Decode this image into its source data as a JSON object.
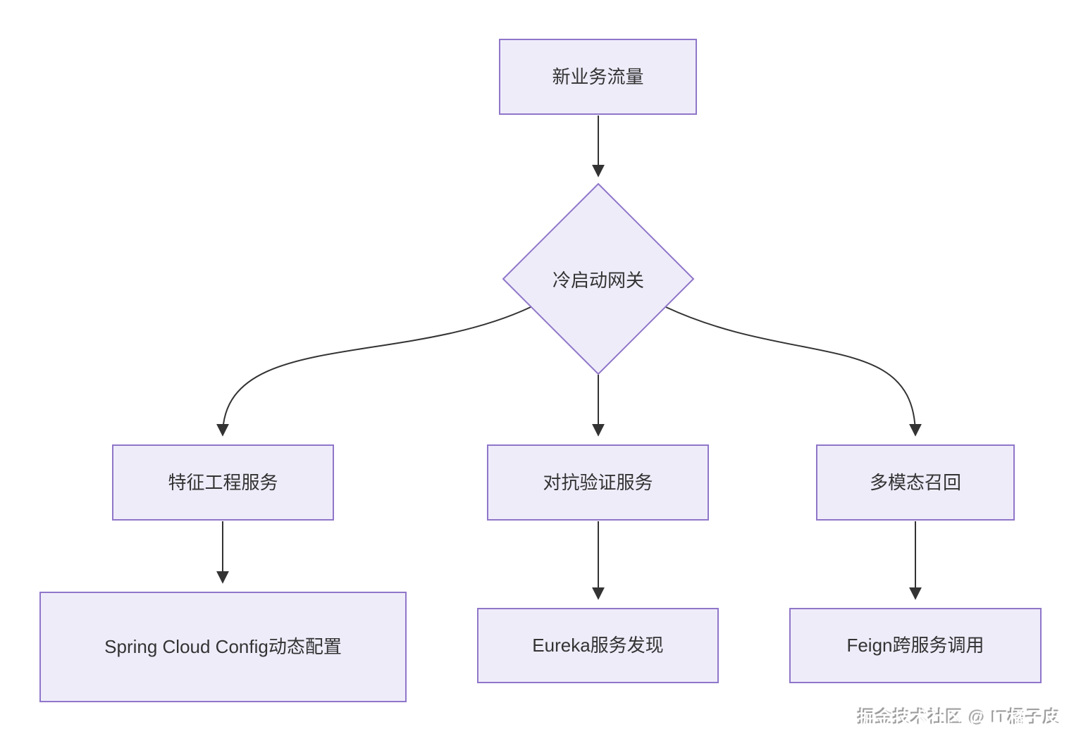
{
  "diagram": {
    "type": "flowchart",
    "direction": "top-down",
    "nodes": {
      "traffic": {
        "label": "新业务流量",
        "shape": "rect"
      },
      "gateway": {
        "label": "冷启动网关",
        "shape": "diamond"
      },
      "feature": {
        "label": "特征工程服务",
        "shape": "rect"
      },
      "adversarial": {
        "label": "对抗验证服务",
        "shape": "rect"
      },
      "multimodal": {
        "label": "多模态召回",
        "shape": "rect"
      },
      "config": {
        "label": "Spring Cloud Config动态配置",
        "shape": "rect"
      },
      "eureka": {
        "label": "Eureka服务发现",
        "shape": "rect"
      },
      "feign": {
        "label": "Feign跨服务调用",
        "shape": "rect"
      }
    },
    "edges": [
      {
        "from": "新业务流量",
        "to": "冷启动网关"
      },
      {
        "from": "冷启动网关",
        "to": "特征工程服务"
      },
      {
        "from": "冷启动网关",
        "to": "对抗验证服务"
      },
      {
        "from": "冷启动网关",
        "to": "多模态召回"
      },
      {
        "from": "特征工程服务",
        "to": "Spring Cloud Config动态配置"
      },
      {
        "from": "对抗验证服务",
        "to": "Eureka服务发现"
      },
      {
        "from": "多模态召回",
        "to": "Feign跨服务调用"
      }
    ],
    "colors": {
      "node_fill": "#EFECFA",
      "node_border": "#8F76C9",
      "edge_line": "#333333",
      "node_text": "#333333"
    }
  },
  "watermark": {
    "text": "掘金技术社区 @ IT橘子皮",
    "color": "#FFFFFF"
  }
}
